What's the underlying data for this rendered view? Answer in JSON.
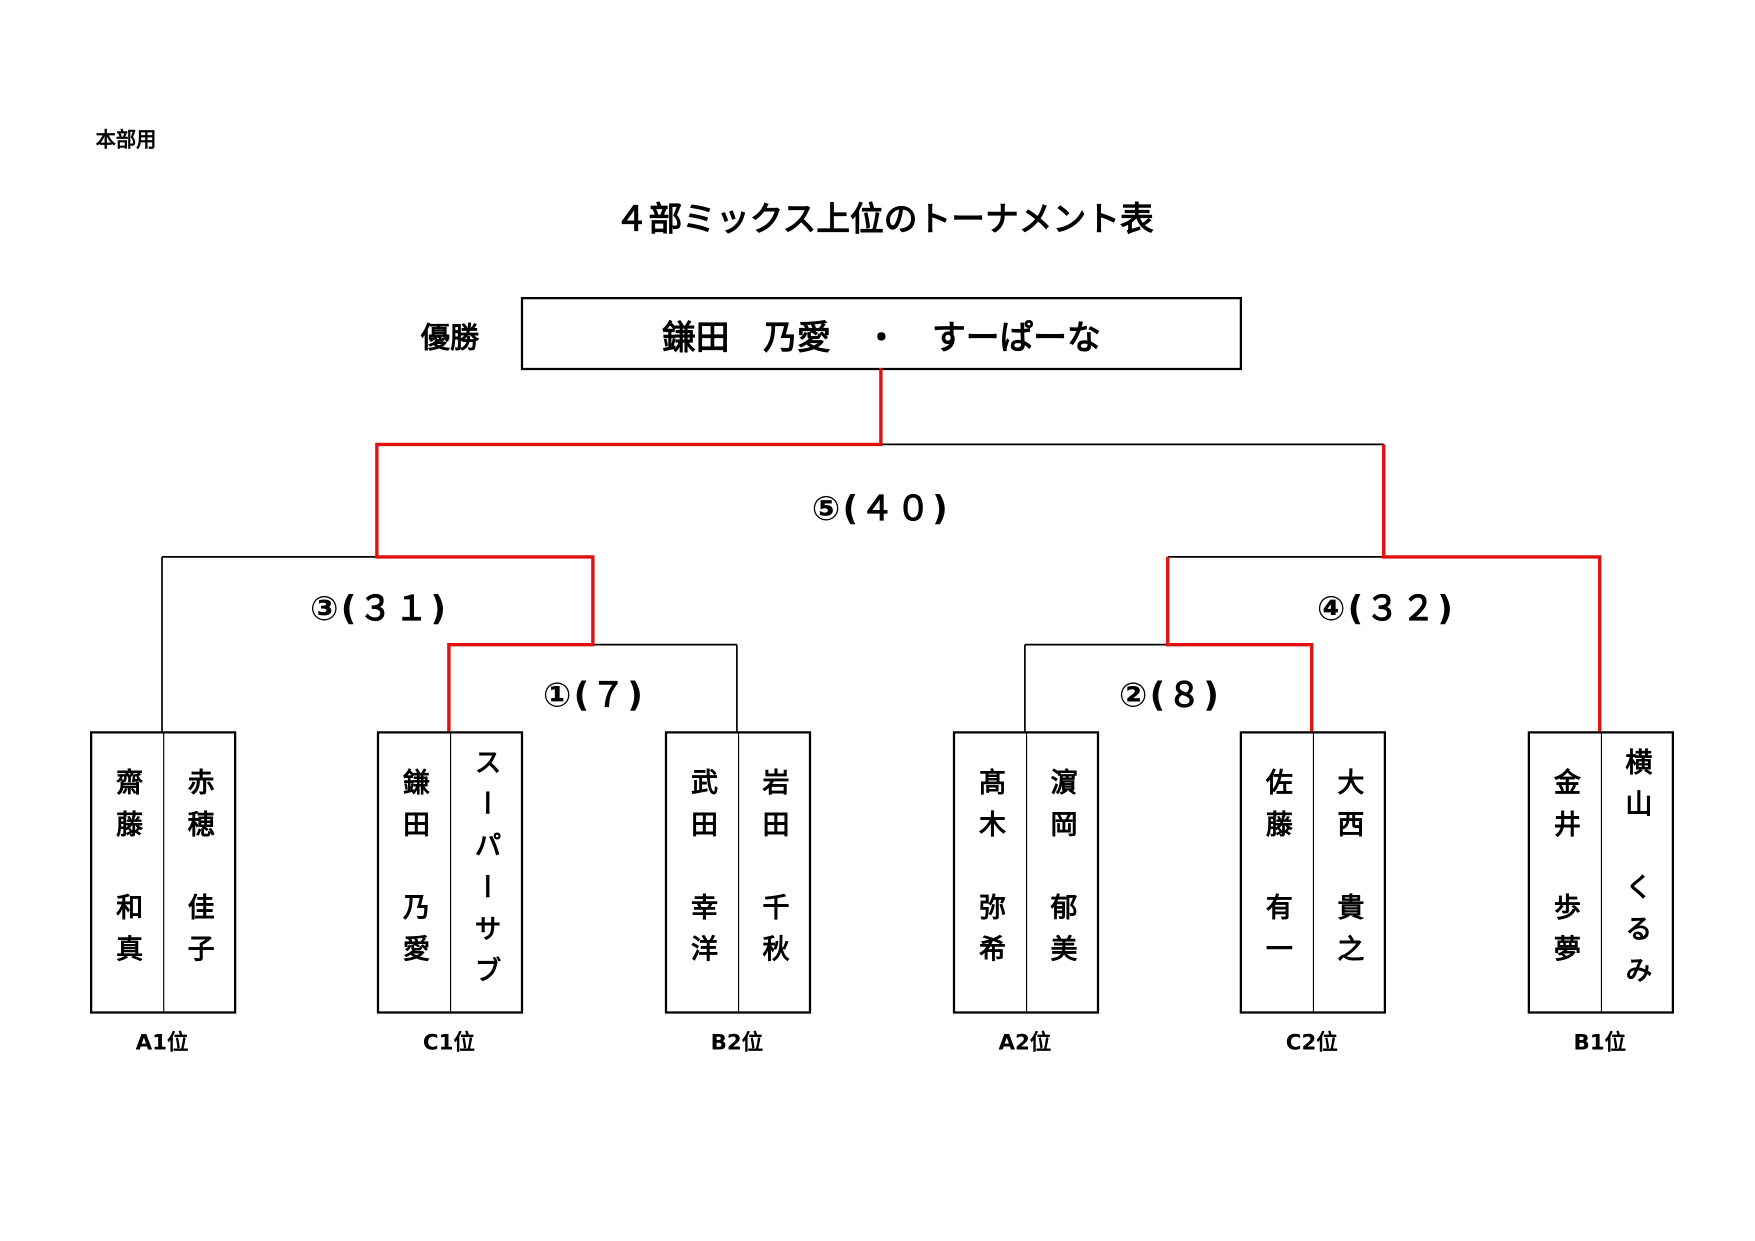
{
  "header": {
    "note": "本部用",
    "title": "４部ミックス上位のトーナメント表"
  },
  "winner": {
    "label": "優勝",
    "name": "鎌田　乃愛　・　すーぱーな"
  },
  "matches": [
    {
      "label": "①(７)"
    },
    {
      "label": "②(８)"
    },
    {
      "label": "③(３１)"
    },
    {
      "label": "④(３２)"
    },
    {
      "label": "⑤(４０)"
    }
  ],
  "teams": [
    {
      "seed": "A1位",
      "player1": "齋藤　和真",
      "player2": "赤穂　佳子"
    },
    {
      "seed": "C1位",
      "player1": "鎌田　乃愛",
      "player2": "スーパーサブ"
    },
    {
      "seed": "B2位",
      "player1": "武田　幸洋",
      "player2": "岩田　千秋"
    },
    {
      "seed": "A2位",
      "player1": "髙木　弥希",
      "player2": "濵岡　郁美"
    },
    {
      "seed": "C2位",
      "player1": "佐藤　有一",
      "player2": "大西　貴之"
    },
    {
      "seed": "B1位",
      "player1": "金井　歩夢",
      "player2": "横山　くるみ"
    }
  ],
  "colors": {
    "winner_path": "#e01010",
    "line": "#000000"
  }
}
